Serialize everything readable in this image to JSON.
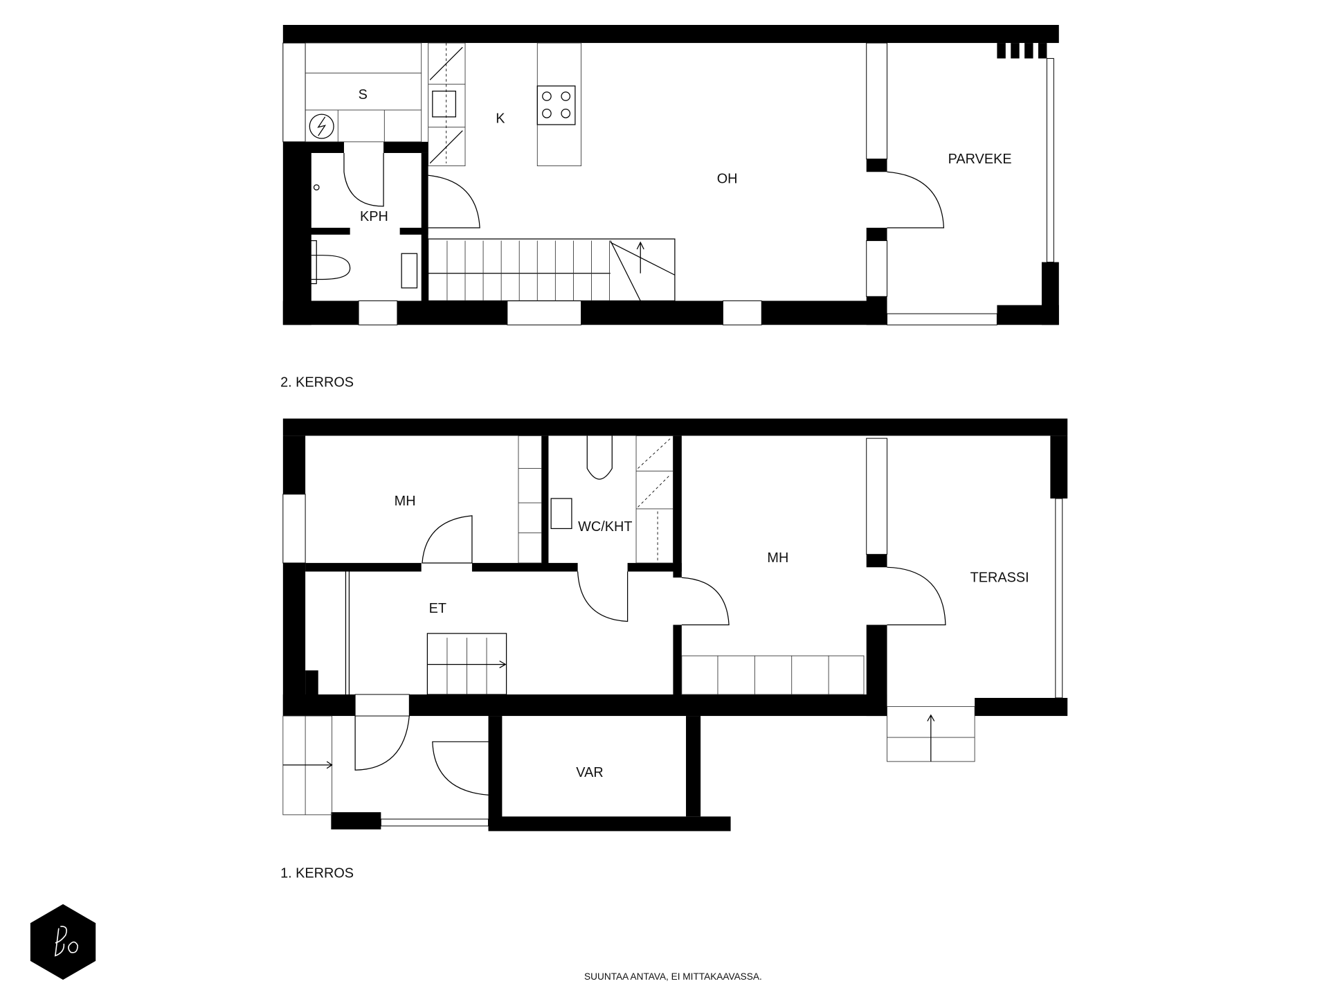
{
  "floors": {
    "upper": {
      "caption": "2. KERROS",
      "rooms": {
        "sauna": "S",
        "kitchen": "K",
        "bathroom": "KPH",
        "living": "OH",
        "balcony": "PARVEKE"
      }
    },
    "lower": {
      "caption": "1. KERROS",
      "rooms": {
        "bedroom1": "MH",
        "wc": "WC/KHT",
        "bedroom2": "MH",
        "hall": "ET",
        "terrace": "TERASSI",
        "storage": "VAR"
      }
    }
  },
  "footer": {
    "note": "SUUNTAA ANTAVA, EI MITTAKAAVASSA."
  },
  "logo": {
    "text": "Bo"
  },
  "colors": {
    "wall": "#000000",
    "background": "#ffffff"
  }
}
